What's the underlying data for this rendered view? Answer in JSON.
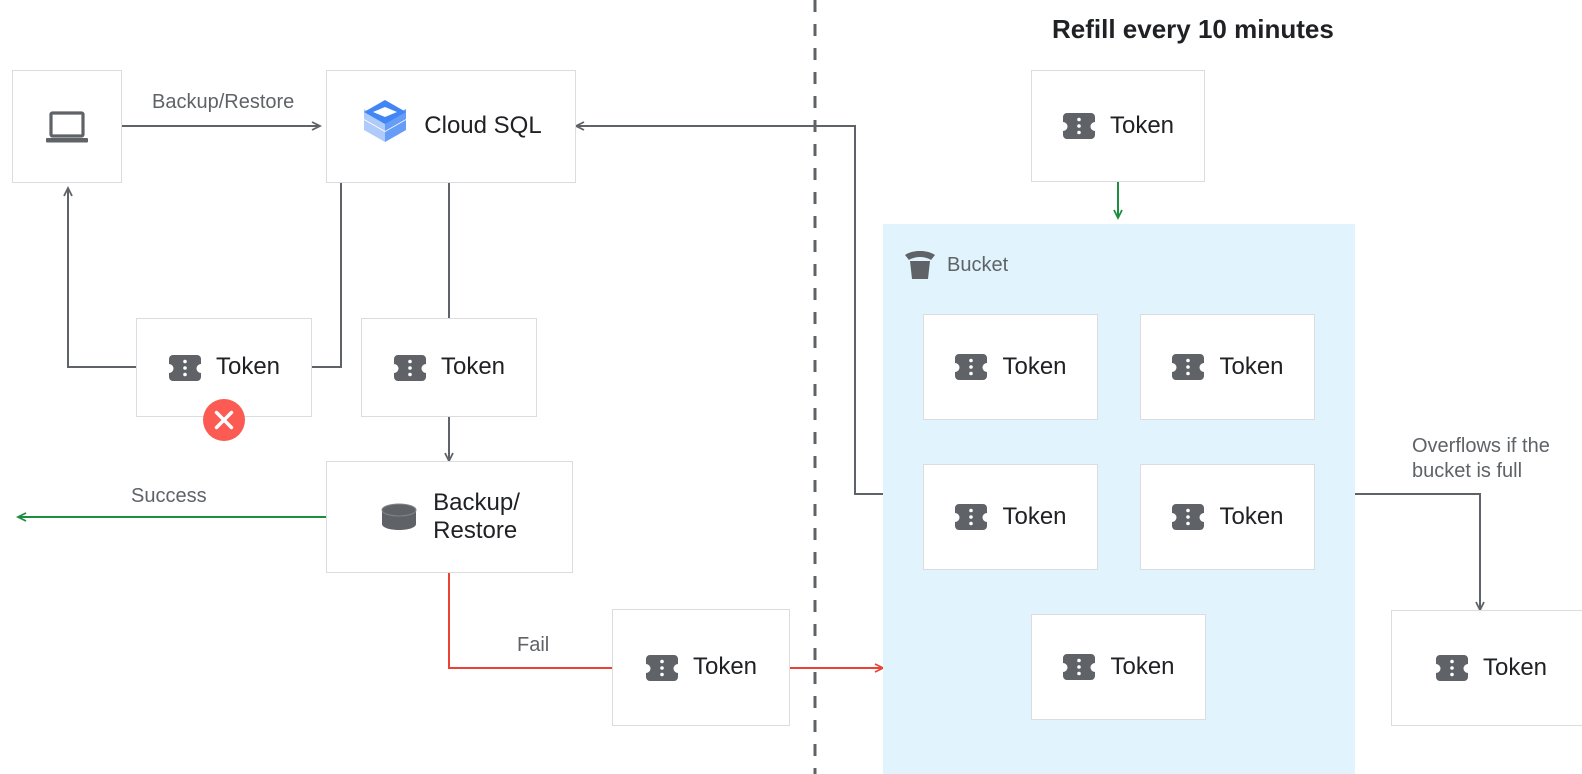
{
  "title": {
    "text": "Refill every 10 minutes"
  },
  "colors": {
    "node_border": "#dadce0",
    "bucket_fill": "#e1f4fd",
    "edge_default": "#5f6368",
    "edge_success": "#1e8e3e",
    "edge_fail": "#ea4335",
    "error_badge": "#fb5b52",
    "token_icon": "#5f6368",
    "cloudsql_blue_dark": "#4285f4",
    "cloudsql_blue_mid": "#669df6",
    "cloudsql_blue_light": "#aecbfa",
    "text_primary": "#202124",
    "text_secondary": "#5f6368"
  },
  "nodes": {
    "client": {
      "label": "",
      "icon": "laptop-icon"
    },
    "cloud_sql": {
      "label": "Cloud SQL",
      "icon": "cloud-sql-icon"
    },
    "token_failed": {
      "label": "Token",
      "icon": "token-icon",
      "badge": "error-x-badge"
    },
    "token_consumed": {
      "label": "Token",
      "icon": "token-icon"
    },
    "backup_restore": {
      "label": "Backup/\nRestore",
      "icon": "database-icon"
    },
    "token_fail_out": {
      "label": "Token",
      "icon": "token-icon"
    },
    "token_refill": {
      "label": "Token",
      "icon": "token-icon"
    },
    "token_overflow": {
      "label": "Token",
      "icon": "token-icon"
    }
  },
  "bucket": {
    "label": "Bucket",
    "icon": "bucket-icon",
    "tokens": [
      {
        "label": "Token",
        "icon": "token-icon"
      },
      {
        "label": "Token",
        "icon": "token-icon"
      },
      {
        "label": "Token",
        "icon": "token-icon"
      },
      {
        "label": "Token",
        "icon": "token-icon"
      },
      {
        "label": "Token",
        "icon": "token-icon"
      }
    ]
  },
  "edge_labels": {
    "backup_restore": "Backup/Restore",
    "success": "Success",
    "fail": "Fail",
    "overflow": "Overflows if the\nbucket is full"
  }
}
